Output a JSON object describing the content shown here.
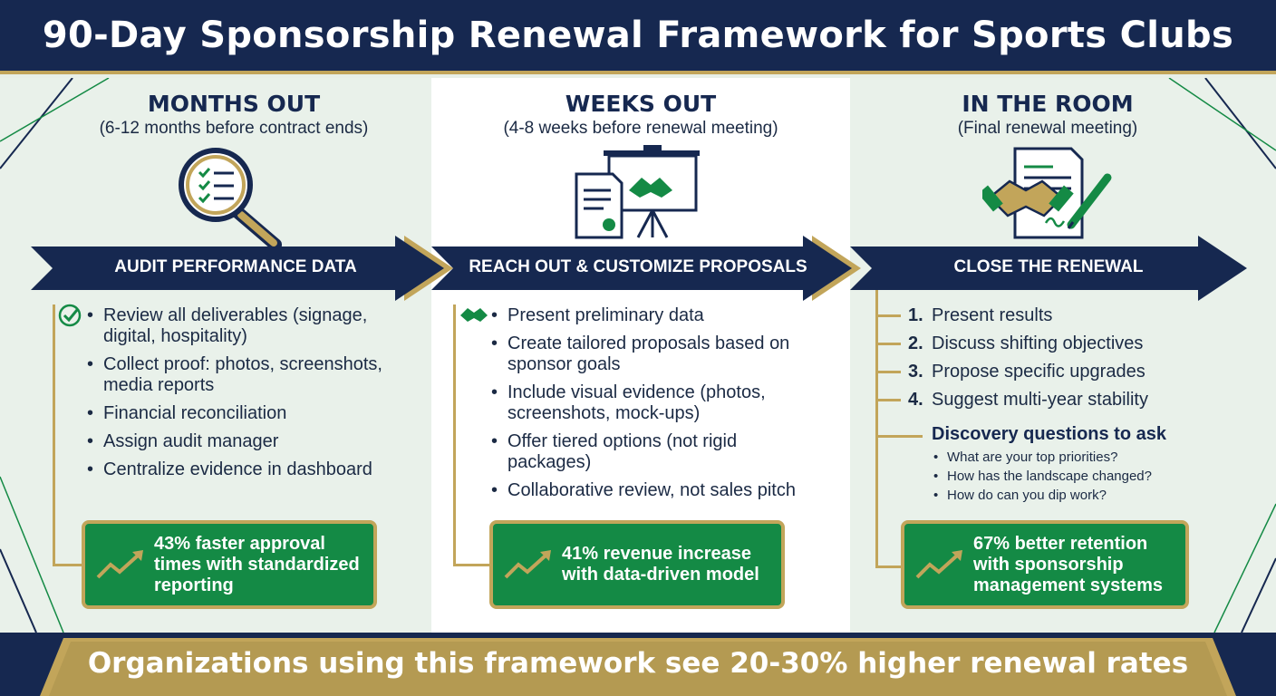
{
  "title": "90-Day Sponsorship Renewal Framework for Sports Clubs",
  "colors": {
    "navy": "#162850",
    "gold": "#c2a55a",
    "green": "#148a45",
    "panel": "#e9f1ea"
  },
  "columns": [
    {
      "heading": "MONTHS OUT",
      "subheading": "(6-12 months before contract ends)",
      "icon": "magnifier-checklist-icon",
      "stage": "AUDIT PERFORMANCE DATA",
      "list_icon": "check-circle-icon",
      "bullets": [
        "Review all deliverables (signage, digital, hospitality)",
        "Collect proof: photos, screenshots, media reports",
        "Financial reconciliation",
        "Assign audit manager",
        "Centralize evidence in dashboard"
      ],
      "stat": "43% faster approval times with standardized reporting"
    },
    {
      "heading": "WEEKS OUT",
      "subheading": "(4-8 weeks before renewal meeting)",
      "icon": "presentation-handshake-icon",
      "stage": "REACH OUT & CUSTOMIZE PROPOSALS",
      "list_icon": "handshake-icon",
      "bullets": [
        "Present preliminary data",
        "Create tailored proposals based on sponsor goals",
        "Include visual evidence (photos, screenshots, mock-ups)",
        "Offer tiered options (not rigid packages)",
        "Collaborative review, not sales pitch"
      ],
      "stat": "41% revenue increase with data-driven model"
    },
    {
      "heading": "IN THE ROOM",
      "subheading": "(Final renewal meeting)",
      "icon": "handshake-contract-icon",
      "stage": "CLOSE THE RENEWAL",
      "steps": [
        {
          "n": "1.",
          "text": "Present results"
        },
        {
          "n": "2.",
          "text": "Discuss shifting objectives"
        },
        {
          "n": "3.",
          "text": "Propose specific upgrades"
        },
        {
          "n": "4.",
          "text": "Suggest multi-year stability"
        }
      ],
      "discovery_title": "Discovery questions to ask",
      "discovery": [
        "What are your top priorities?",
        "How has the landscape changed?",
        "How do can you dip work?"
      ],
      "stat": "67% better retention with sponsorship management systems"
    }
  ],
  "footer": "Organizations using this framework see 20-30% higher renewal rates"
}
